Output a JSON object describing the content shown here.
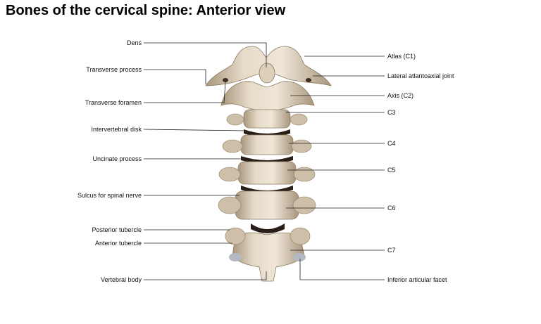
{
  "title": "Bones of the cervical spine: Anterior view",
  "left_labels": {
    "dens": "Dens",
    "transverse_process": "Transverse process",
    "transverse_foramen": "Transverse foramen",
    "intervertebral_disk": "Intervertebral disk",
    "uncinate_process": "Uncinate process",
    "sulcus_spinal_nerve": "Sulcus for spinal nerve",
    "posterior_tubercle": "Posterior tubercle",
    "anterior_tubercle": "Anterior tubercle",
    "vertebral_body": "Vertebral body"
  },
  "right_labels": {
    "atlas": "Atlas (C1)",
    "lateral_atlantoaxial_joint": "Lateral atlantoaxial joint",
    "axis": "Axis (C2)",
    "c3": "C3",
    "c4": "C4",
    "c5": "C5",
    "c6": "C6",
    "c7": "C7",
    "inferior_articular_facet": "Inferior articular facet"
  },
  "colors": {
    "bone": "#e3d7c4",
    "bone_shade": "#b9a68a",
    "disk": "#2a1f17",
    "leader": "#222222"
  }
}
